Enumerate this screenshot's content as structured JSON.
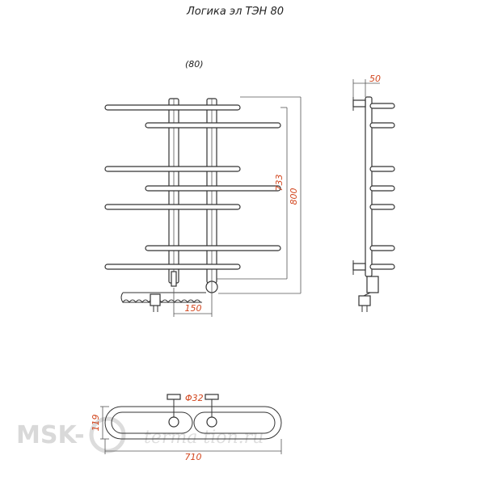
{
  "title": "Логика эл ТЭН 80",
  "subtitle": "(80)",
  "dimensions": {
    "height_total": "800",
    "height_axis": "733",
    "side_offset": "50",
    "bottom_width": "150",
    "pipe_diameter": "Φ32",
    "top_depth": "119",
    "top_width": "710"
  },
  "watermark": {
    "brand": "MSK-",
    "script": "terma tion.ru"
  },
  "colors": {
    "dimension_text": "#d2461e",
    "line": "#333333",
    "watermark": "#d9d9d9"
  }
}
